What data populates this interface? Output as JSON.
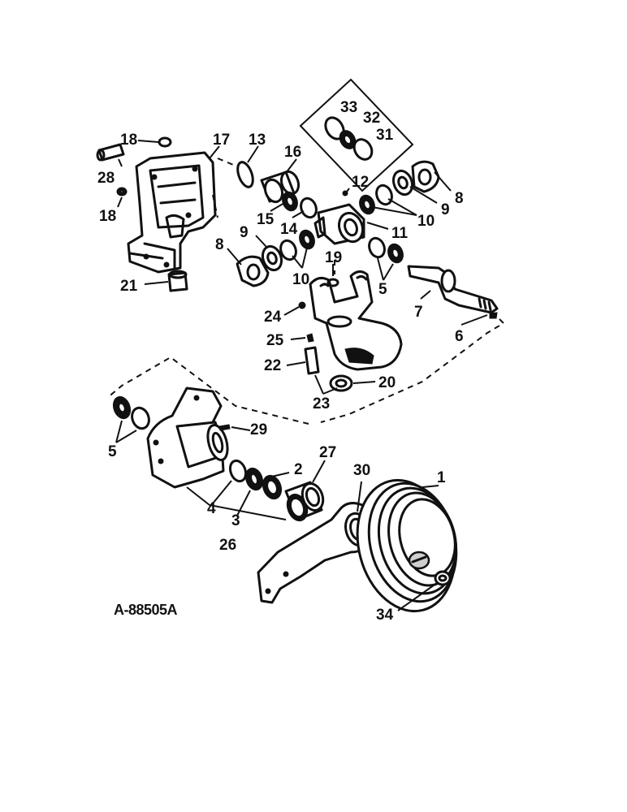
{
  "diagram": {
    "reference_code": "A-88505A",
    "callouts": [
      {
        "id": "c1",
        "text": "1"
      },
      {
        "id": "c2",
        "text": "2"
      },
      {
        "id": "c3",
        "text": "3"
      },
      {
        "id": "c4",
        "text": "4"
      },
      {
        "id": "c5a",
        "text": "5"
      },
      {
        "id": "c5b",
        "text": "5"
      },
      {
        "id": "c6",
        "text": "6"
      },
      {
        "id": "c7",
        "text": "7"
      },
      {
        "id": "c8a",
        "text": "8"
      },
      {
        "id": "c8b",
        "text": "8"
      },
      {
        "id": "c9a",
        "text": "9"
      },
      {
        "id": "c9b",
        "text": "9"
      },
      {
        "id": "c10a",
        "text": "10"
      },
      {
        "id": "c10b",
        "text": "10"
      },
      {
        "id": "c11",
        "text": "11"
      },
      {
        "id": "c12",
        "text": "12"
      },
      {
        "id": "c13",
        "text": "13"
      },
      {
        "id": "c14",
        "text": "14"
      },
      {
        "id": "c15",
        "text": "15"
      },
      {
        "id": "c16",
        "text": "16"
      },
      {
        "id": "c17",
        "text": "17"
      },
      {
        "id": "c18a",
        "text": "18"
      },
      {
        "id": "c18b",
        "text": "18"
      },
      {
        "id": "c19",
        "text": "19"
      },
      {
        "id": "c20",
        "text": "20"
      },
      {
        "id": "c21",
        "text": "21"
      },
      {
        "id": "c22",
        "text": "22"
      },
      {
        "id": "c23",
        "text": "23"
      },
      {
        "id": "c24",
        "text": "24"
      },
      {
        "id": "c25",
        "text": "25"
      },
      {
        "id": "c26",
        "text": "26"
      },
      {
        "id": "c27",
        "text": "27"
      },
      {
        "id": "c28",
        "text": "28"
      },
      {
        "id": "c29",
        "text": "29"
      },
      {
        "id": "c30",
        "text": "30"
      },
      {
        "id": "c31",
        "text": "31"
      },
      {
        "id": "c32",
        "text": "32"
      },
      {
        "id": "c33",
        "text": "33"
      },
      {
        "id": "c34",
        "text": "34"
      }
    ]
  }
}
